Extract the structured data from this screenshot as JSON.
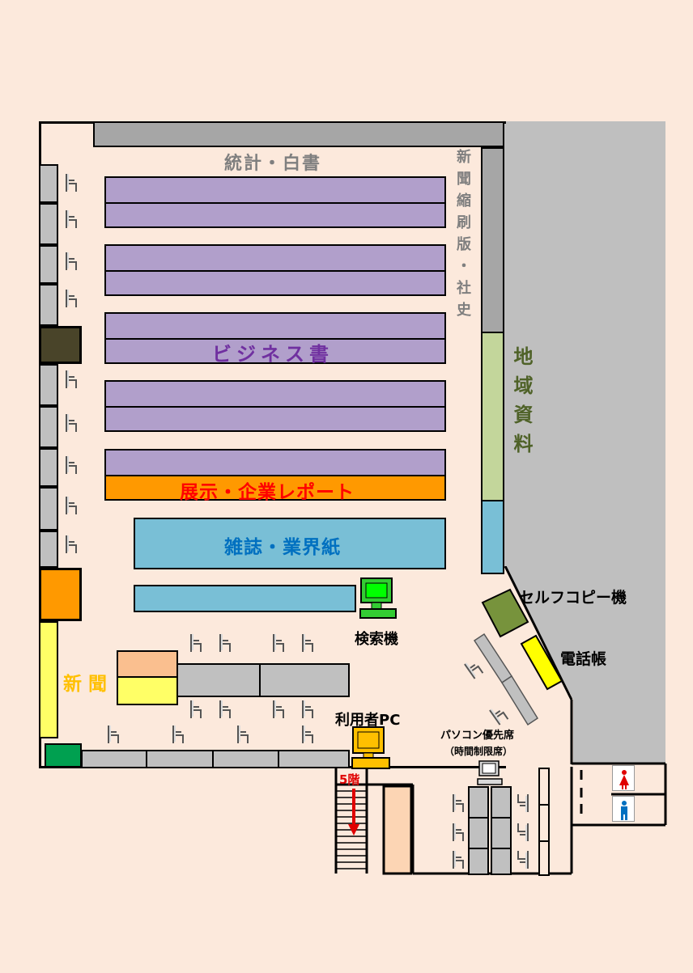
{
  "labels": {
    "statistics": "統計・白書",
    "newspaper_archive_vertical": "新聞縮刷版・社史",
    "business_books": "ビジネス書",
    "regional_materials": "地域資料",
    "exhibits_reports": "展示・企業レポート",
    "magazines": "雑誌・業界紙",
    "search_terminal": "検索機",
    "self_copy": "セルフコピー機",
    "phone_books": "電話帳",
    "newspapers": "新聞",
    "user_pc": "利用者PC",
    "pc_priority_seats": "パソコン優先席",
    "time_limited_seats": "（時間制限席）",
    "floor5": "5階"
  },
  "icons": {
    "chair": "chair-icon",
    "computer": "computer-icon",
    "restroom_female": "female-restroom-icon",
    "restroom_male": "male-restroom-icon",
    "stairs_arrow": "down-arrow-icon"
  },
  "colors": {
    "background": "#fce9dc",
    "purple_shelf": "#b19fcb",
    "business_text": "#7030a0",
    "orange_shelf": "#ff9900",
    "exhibit_text": "#ff0000",
    "blue_shelf": "#79bfd6",
    "magazine_text": "#0070c0",
    "regional_shelf": "#c3d69b",
    "regional_text": "#4f6228",
    "newspaper_shelf": "#ffff66",
    "newspaper_text": "#ffc000",
    "copier": "#77933c",
    "search_pc": "#33cc33",
    "user_pc": "#ffc000",
    "gray_panel": "#c0c0c0",
    "outside": "#bfbfbf"
  }
}
